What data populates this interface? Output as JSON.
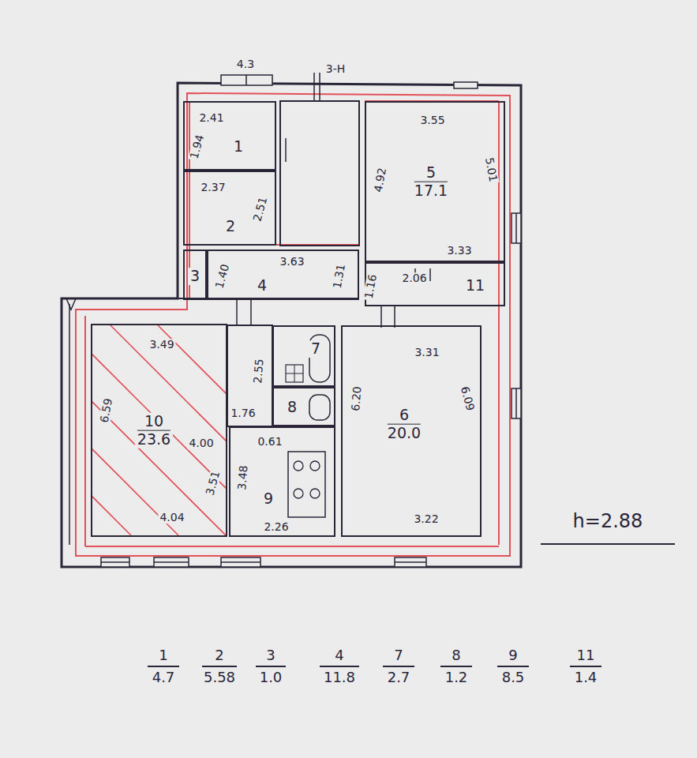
{
  "diagram": {
    "nodes": [
      {
        "text": [
          "1"
        ]
      },
      {
        "text": [
          "2"
        ]
      },
      {
        "text": [
          "5",
          "17.1"
        ]
      },
      {
        "text": [
          "3"
        ]
      },
      {
        "text": [
          "4"
        ]
      },
      {
        "text": [
          "11"
        ]
      },
      {
        "text": [
          "10",
          "23.6"
        ]
      },
      {
        "text": [
          "7"
        ]
      },
      {
        "text": [
          "8"
        ]
      },
      {
        "text": [
          "6",
          "20.0"
        ]
      },
      {
        "text": [
          "9"
        ]
      }
    ],
    "labels": [
      "4.3",
      "3-Н",
      "2.41",
      "1.94",
      "2.37",
      "2.51",
      "1.40",
      "3.63",
      "1.31",
      "3.55",
      "4.92",
      "5.01",
      "3.33",
      "1.16",
      "2.06",
      "3.49",
      "6.59",
      "4.00",
      "3.51",
      "4.04",
      "2.55",
      "1.76",
      "0.61",
      "3.48",
      "2.26",
      "3.31",
      "6.20",
      "6.09",
      "3.22",
      "h=2.88",
      "1",
      "4.7",
      "2",
      "5.58",
      "3",
      "1.0",
      "4",
      "11.8",
      "7",
      "2.7",
      "8",
      "1.2",
      "9",
      "8.5",
      "11",
      "1.4"
    ]
  }
}
